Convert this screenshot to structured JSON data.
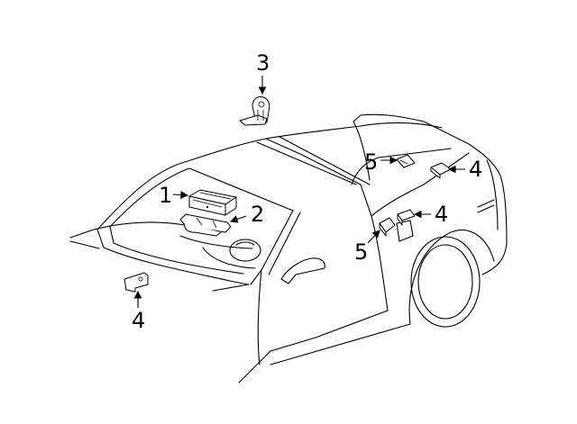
{
  "callouts": [
    {
      "id": "1",
      "label": "1"
    },
    {
      "id": "2",
      "label": "2"
    },
    {
      "id": "3",
      "label": "3"
    },
    {
      "id": "4a",
      "label": "4"
    },
    {
      "id": "4b",
      "label": "4"
    },
    {
      "id": "4c",
      "label": "4"
    },
    {
      "id": "5a",
      "label": "5"
    },
    {
      "id": "5b",
      "label": "5"
    }
  ]
}
